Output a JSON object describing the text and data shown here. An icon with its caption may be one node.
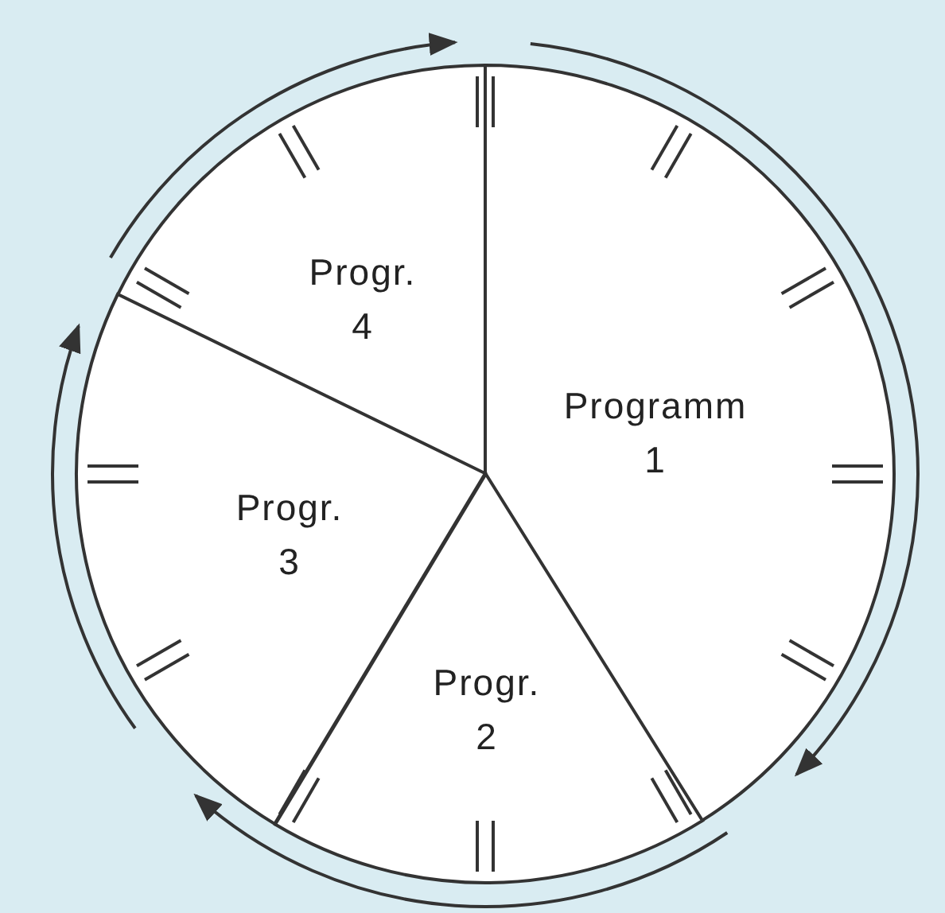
{
  "diagram": {
    "nodes": [
      {
        "text": [
          "Progr. 4"
        ]
      },
      {
        "text": [
          "Programm 1"
        ]
      },
      {
        "text": [
          "Progr. 3"
        ]
      },
      {
        "text": [
          "Progr. 2"
        ]
      }
    ]
  }
}
